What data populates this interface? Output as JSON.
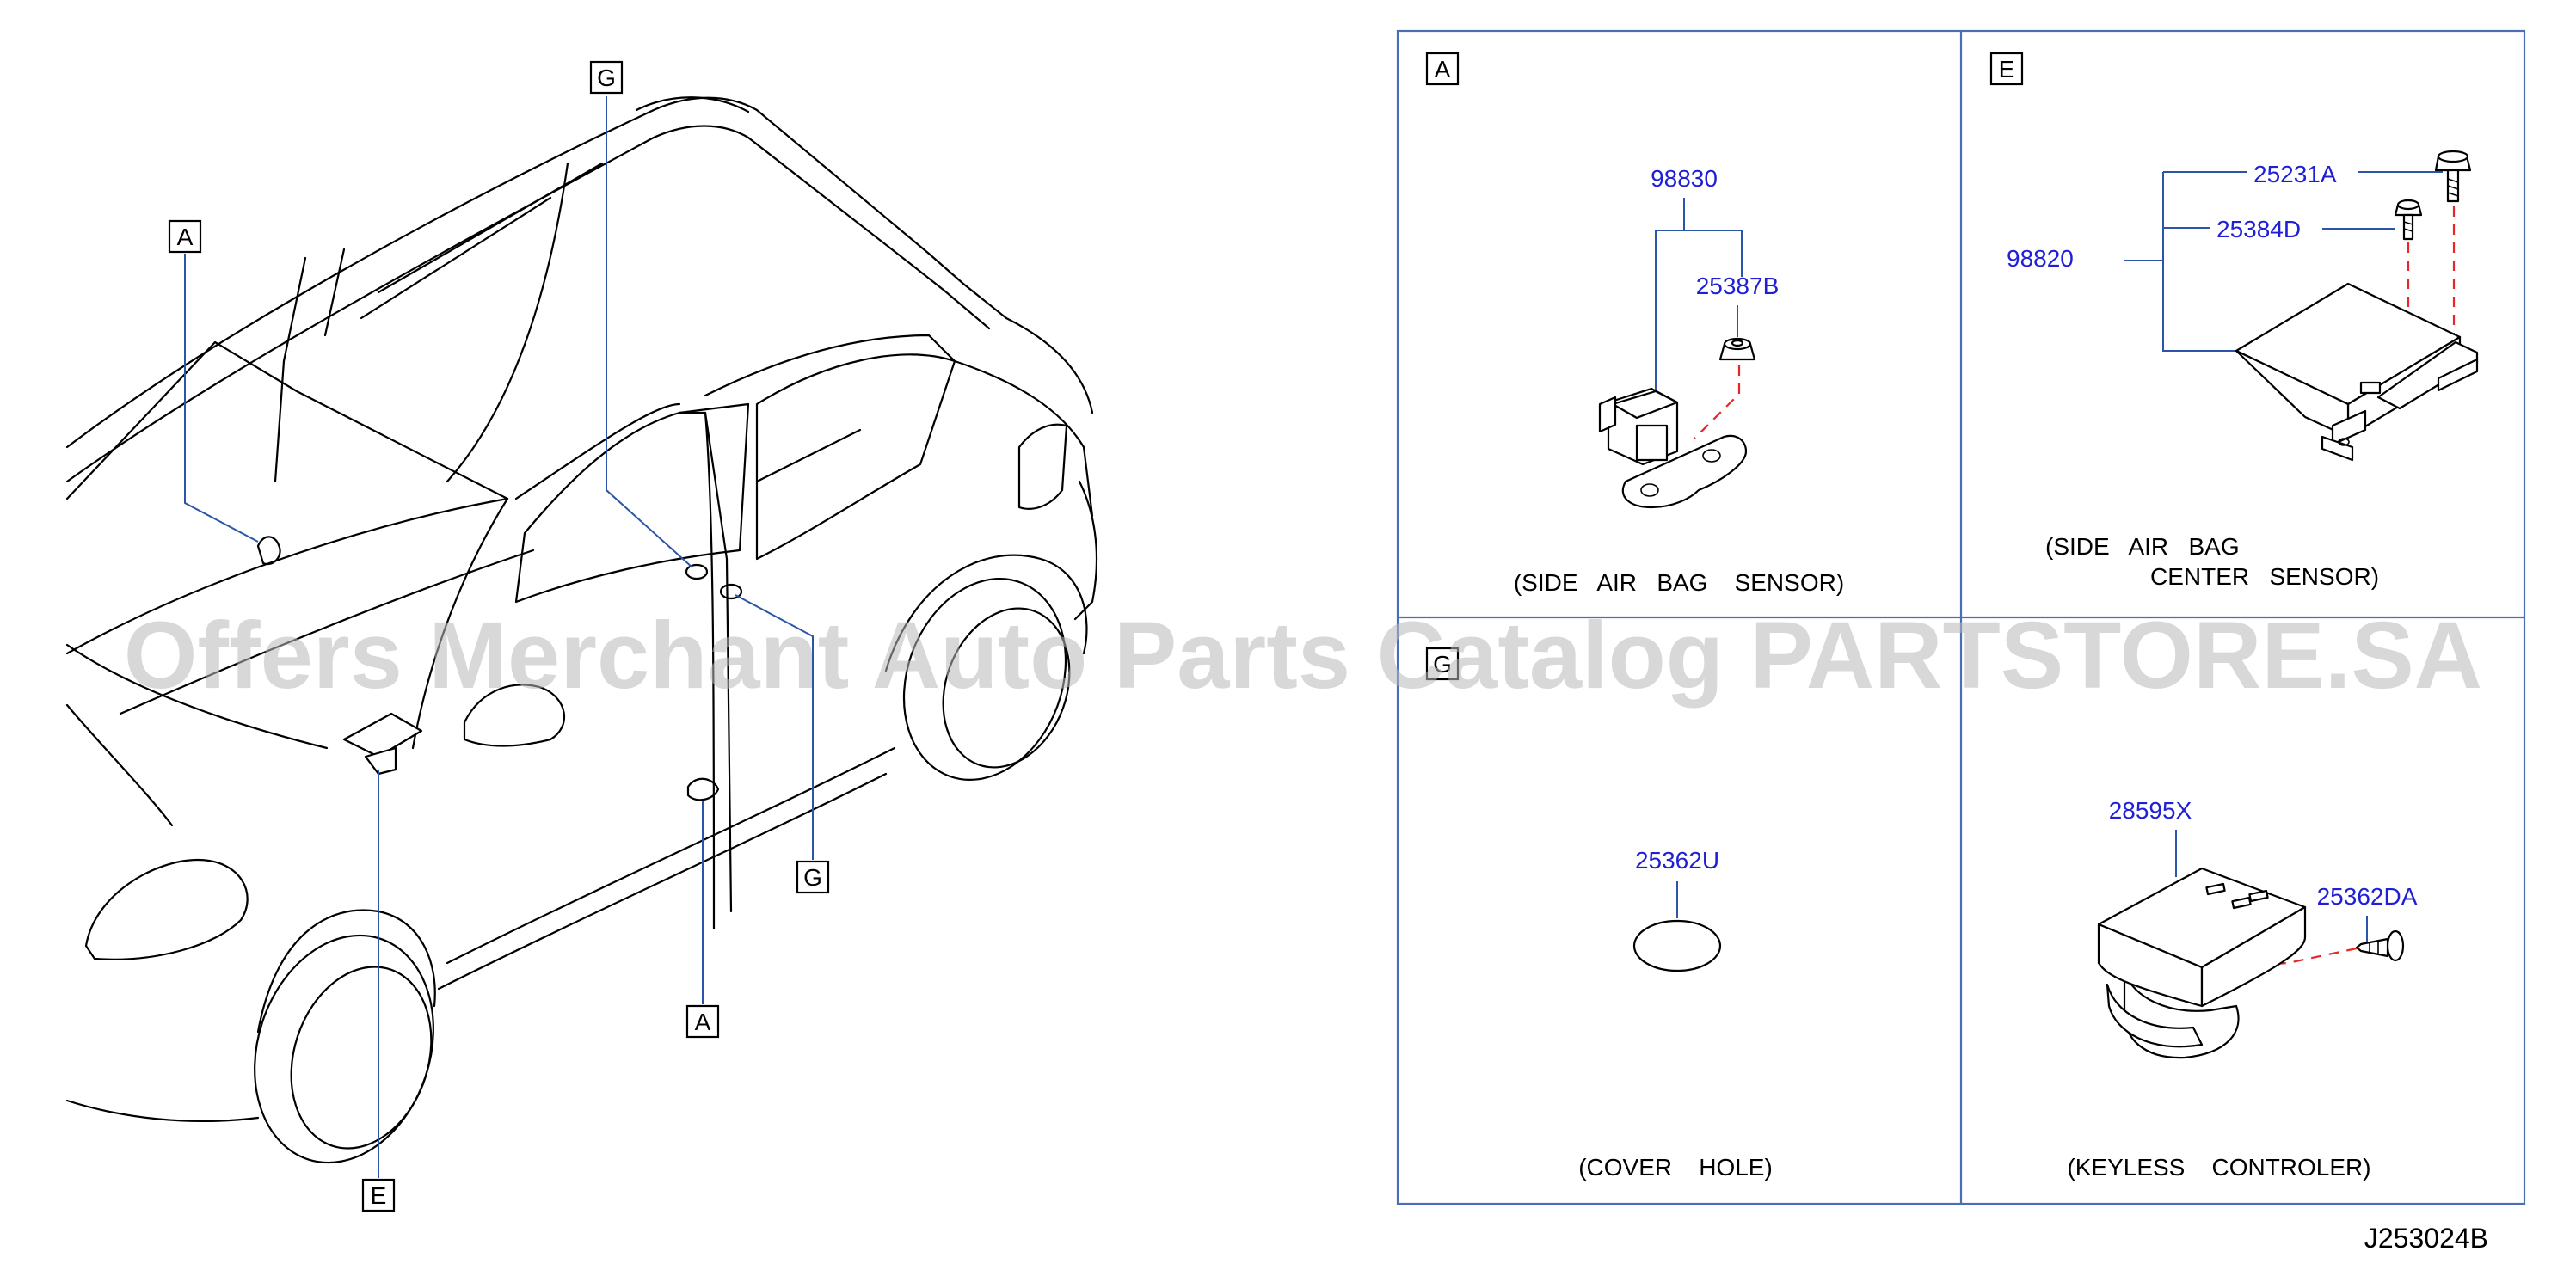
{
  "car_callouts": {
    "a_upper": "A",
    "g_upper": "G",
    "g_lower": "G",
    "a_lower": "A",
    "e_lower": "E"
  },
  "panels": {
    "a": {
      "label": "A",
      "caption": "(SIDE   AIR   BAG    SENSOR)",
      "parts": [
        "98830",
        "25387B"
      ]
    },
    "e": {
      "label": "E",
      "caption_line1": "(SIDE   AIR   BAG",
      "caption_line2": "CENTER   SENSOR)",
      "parts": [
        "25231A",
        "25384D",
        "98820"
      ]
    },
    "g": {
      "label": "G",
      "caption": "(COVER    HOLE)",
      "parts": [
        "25362U"
      ]
    },
    "keyless": {
      "caption": "(KEYLESS    CONTROLER)",
      "parts": [
        "28595X",
        "25362DA"
      ]
    }
  },
  "diagram_ref": "J253024B",
  "watermark": "Offers Merchant Auto Parts Catalog PARTSTORE.SA",
  "colors": {
    "part_number": "#1f1fd6",
    "leader_line": "#2a55a8",
    "dashed_line": "#e8262a",
    "frame": "#4a6fb5",
    "watermark": "#b8b8b8"
  }
}
